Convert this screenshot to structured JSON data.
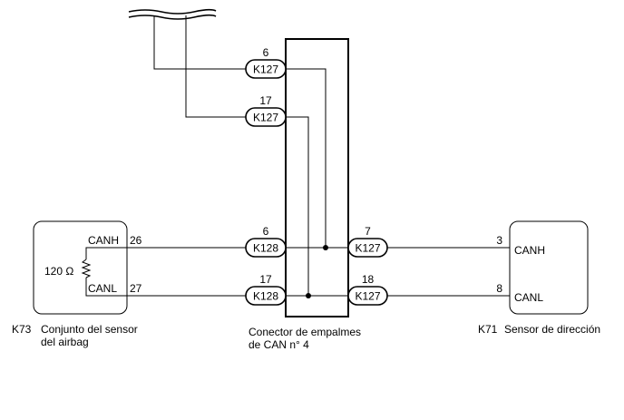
{
  "diagram": {
    "junction": {
      "label_line1": "Conector de empalmes",
      "label_line2": "de CAN n° 4"
    },
    "top_connectors": [
      {
        "pin": "6",
        "name": "K127"
      },
      {
        "pin": "17",
        "name": "K127"
      }
    ],
    "left_connectors": [
      {
        "pin": "6",
        "name": "K128"
      },
      {
        "pin": "17",
        "name": "K128"
      }
    ],
    "right_connectors": [
      {
        "pin": "7",
        "name": "K127"
      },
      {
        "pin": "18",
        "name": "K127"
      }
    ],
    "airbag": {
      "id": "K73",
      "name_line1": "Conjunto del sensor",
      "name_line2": "del airbag",
      "resistor": "120 Ω",
      "canh_label": "CANH",
      "canl_label": "CANL",
      "canh_pin": "26",
      "canl_pin": "27"
    },
    "steering": {
      "id": "K71",
      "name": "Sensor de dirección",
      "canh_label": "CANH",
      "canl_label": "CANL",
      "canh_pin": "3",
      "canl_pin": "8"
    }
  }
}
